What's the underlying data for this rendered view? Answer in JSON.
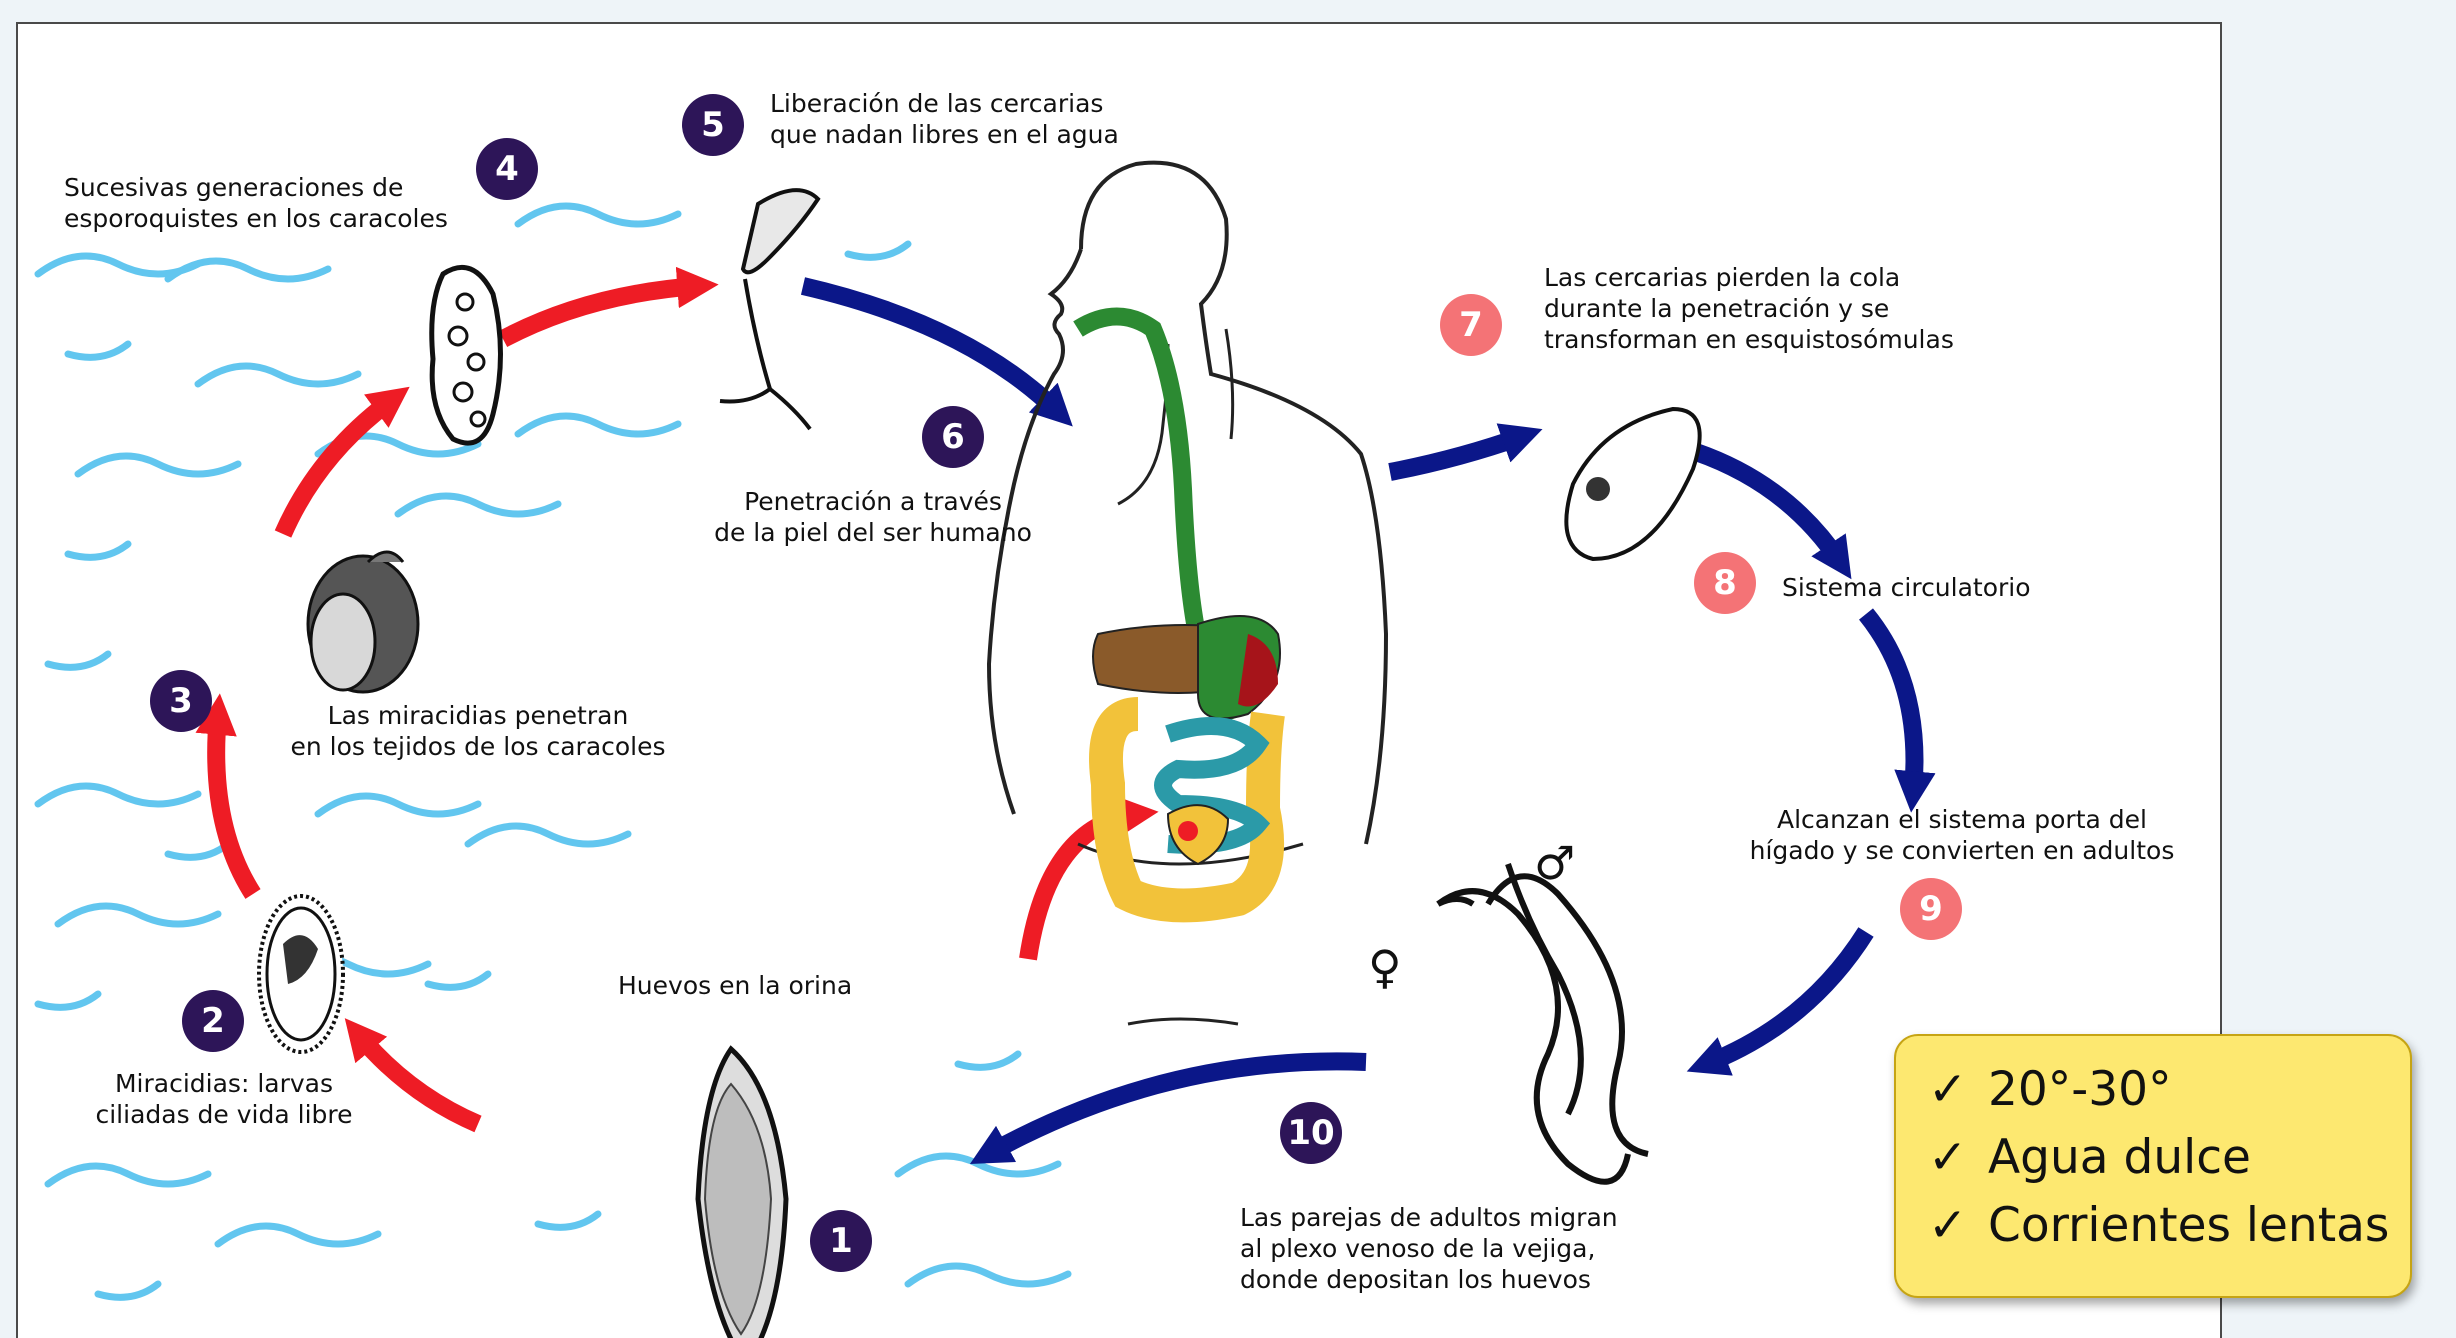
{
  "colors": {
    "cycle_arrow_red": "#ee1c25",
    "cycle_arrow_blue": "#0b1789",
    "badge_dark": "#2d1558",
    "badge_light": "#f47376",
    "water_wave": "#62c6ef",
    "digestive_tract": "#2c8a32",
    "liver": "#8a5a2a",
    "colon": "#f2c23a",
    "small_intestine": "#2b9aa8",
    "note_background": "#fde870"
  },
  "steps": [
    {
      "number": "1",
      "label": ""
    },
    {
      "number": "2",
      "label": "Miracidias: larvas\nciliadas de vida libre"
    },
    {
      "number": "3",
      "label": "Las miracidias penetran\nen los tejidos de los caracoles"
    },
    {
      "number": "4",
      "label": "Sucesivas generaciones de\nesporoquistes en los caracoles"
    },
    {
      "number": "5",
      "label": "Liberación de las cercarias\nque nadan libres en el agua"
    },
    {
      "number": "6",
      "label": "Penetración a través\nde la piel del ser humano"
    },
    {
      "number": "7",
      "label": "Las cercarias pierden la cola\ndurante la penetración y se\ntransforman en esquistosómulas"
    },
    {
      "number": "8",
      "label": "Sistema circulatorio"
    },
    {
      "number": "9",
      "label": "Alcanzan el sistema porta del\nhígado y se convierten en adultos"
    },
    {
      "number": "10",
      "label": "Las parejas de adultos migran\nal plexo venoso de la vejiga,\ndonde depositan los huevos"
    }
  ],
  "eggs_label": "Huevos en la orina",
  "symbols": {
    "male": "♂",
    "female": "♀"
  },
  "note": {
    "check_glyph": "✓",
    "items": [
      "20°-30°",
      "Agua dulce",
      "Corrientes lentas"
    ]
  }
}
